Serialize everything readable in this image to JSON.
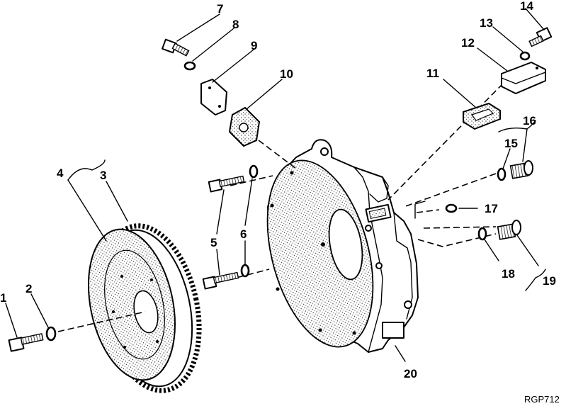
{
  "diagram": {
    "reference_code": "RGP712",
    "callouts": [
      {
        "id": "1",
        "label": "1"
      },
      {
        "id": "2",
        "label": "2"
      },
      {
        "id": "3",
        "label": "3"
      },
      {
        "id": "4",
        "label": "4"
      },
      {
        "id": "5",
        "label": "5"
      },
      {
        "id": "6",
        "label": "6"
      },
      {
        "id": "7",
        "label": "7"
      },
      {
        "id": "8",
        "label": "8"
      },
      {
        "id": "9",
        "label": "9"
      },
      {
        "id": "10",
        "label": "10"
      },
      {
        "id": "11",
        "label": "11"
      },
      {
        "id": "12",
        "label": "12"
      },
      {
        "id": "13",
        "label": "13"
      },
      {
        "id": "14",
        "label": "14"
      },
      {
        "id": "15",
        "label": "15"
      },
      {
        "id": "16",
        "label": "16"
      },
      {
        "id": "17",
        "label": "17"
      },
      {
        "id": "18",
        "label": "18"
      },
      {
        "id": "19",
        "label": "19"
      },
      {
        "id": "20",
        "label": "20"
      }
    ]
  }
}
